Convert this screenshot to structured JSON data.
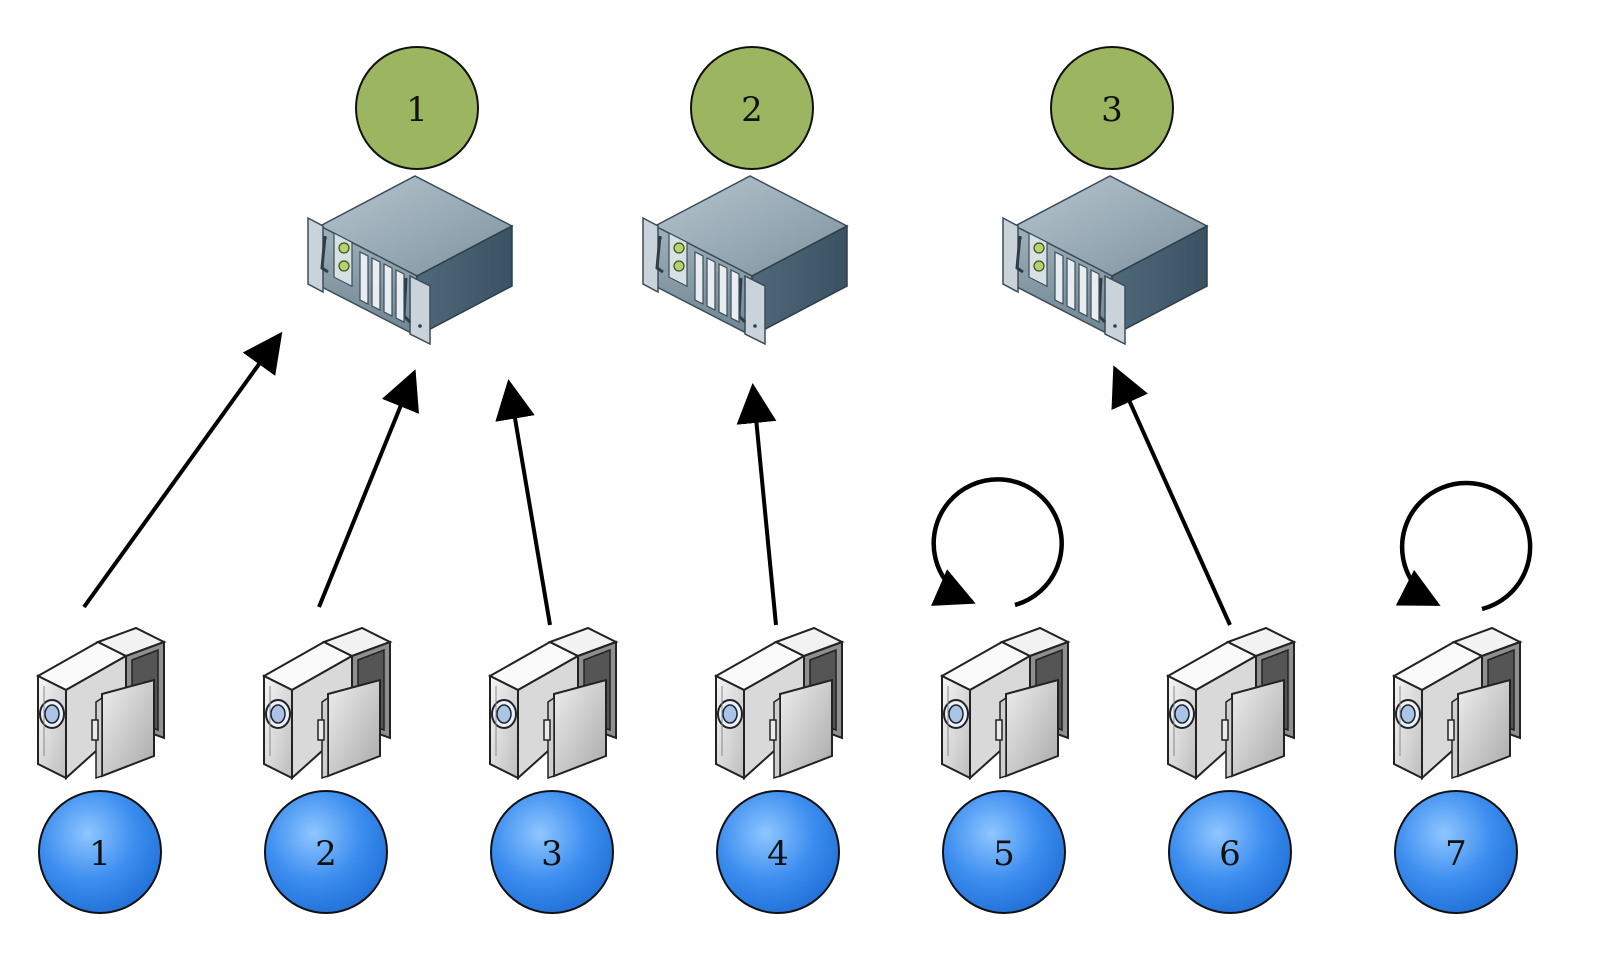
{
  "servers": [
    {
      "id": "server-1",
      "label": "1"
    },
    {
      "id": "server-2",
      "label": "2"
    },
    {
      "id": "server-3",
      "label": "3"
    }
  ],
  "devices": [
    {
      "id": "device-1",
      "label": "1",
      "target": "server-1"
    },
    {
      "id": "device-2",
      "label": "2",
      "target": "server-1"
    },
    {
      "id": "device-3",
      "label": "3",
      "target": "server-1"
    },
    {
      "id": "device-4",
      "label": "4",
      "target": "server-2"
    },
    {
      "id": "device-5",
      "label": "5",
      "target": "self"
    },
    {
      "id": "device-6",
      "label": "6",
      "target": "server-3"
    },
    {
      "id": "device-7",
      "label": "7",
      "target": "self"
    }
  ],
  "colors": {
    "server_badge": "#9bb560",
    "device_badge": "#3d8ef0",
    "arrow": "#000000"
  },
  "icons": {
    "server": "rack-server-icon",
    "device": "camcorder-icon"
  }
}
